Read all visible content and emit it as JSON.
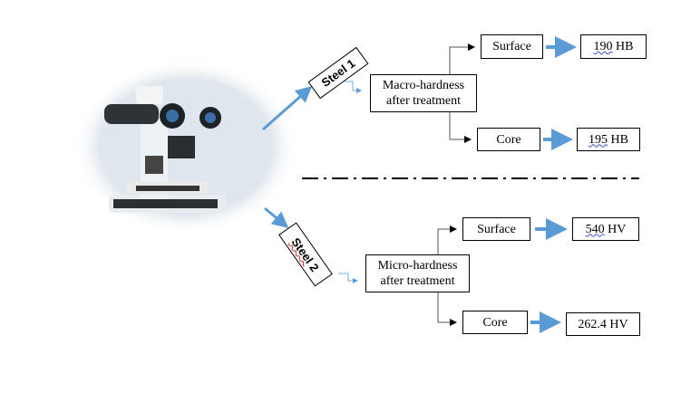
{
  "steel1": {
    "label": "Steel 1",
    "test": "Macro-hardness after treatment",
    "test_line1": "Macro-hardness",
    "test_line2": "after treatment",
    "surface": {
      "label": "Surface",
      "value": "190 HB",
      "num": "190",
      "unit": " HB"
    },
    "core": {
      "label": "Core",
      "value": "195 HB",
      "num": "195",
      "unit": " HB"
    }
  },
  "steel2": {
    "label": "Steel 2",
    "label_word": "Steel",
    "label_num": " 2",
    "test": "Micro-hardness after treatment",
    "test_line1": "Micro-hardness",
    "test_line2": "after treatment",
    "surface": {
      "label": "Surface",
      "value": "540 HV",
      "num": "540",
      "unit": " HV"
    },
    "core": {
      "label": "Core",
      "value": "262.4 HV"
    }
  },
  "colors": {
    "arrow_blue": "#5b9bd5",
    "line": "#000000"
  }
}
